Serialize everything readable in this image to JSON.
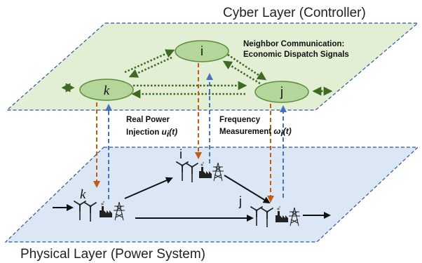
{
  "layers": {
    "cyber_title": "Cyber Layer (Controller)",
    "physical_title": "Physical Layer (Power System)"
  },
  "cyber_nodes": {
    "i": "i",
    "k": "k",
    "j": "j"
  },
  "physical_nodes": {
    "i": "i",
    "k": "k",
    "j": "j"
  },
  "annotations": {
    "neighbor_line1": "Neighbor Communication:",
    "neighbor_line2": "Economic Dispatch Signals",
    "injection_line1": "Real Power",
    "injection_line2_prefix": "Injection ",
    "injection_symbol": "u",
    "injection_subscript": "i",
    "injection_arg": "(t)",
    "frequency_line1": "Frequency",
    "frequency_line2_prefix": "Measurement ",
    "frequency_symbol": "ω",
    "frequency_subscript": "i",
    "frequency_arg": "(t)"
  },
  "colors": {
    "cyber_fill": "#e2efd5",
    "physical_fill": "#dbe7f4",
    "plane_border": "#2f5597",
    "node_fill": "#b4d69b",
    "node_stroke": "#5b8b38",
    "comm_arrow": "#3f6a24",
    "control_arrow": "#c55a11",
    "measure_arrow": "#4472c4",
    "line_arrow": "#111111"
  },
  "icons": [
    "wind-turbine-icon",
    "power-plant-icon",
    "transmission-tower-icon"
  ]
}
